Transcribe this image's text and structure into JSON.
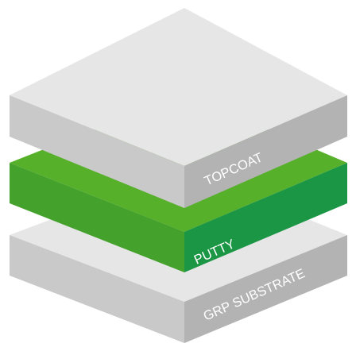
{
  "layers": [
    {
      "name": "substrate",
      "label": "GRP SUBSTRATE",
      "colors": {
        "top": "#e6e6e6",
        "left": "#c9c9c9",
        "right": "#b3b3b3"
      }
    },
    {
      "name": "putty",
      "label": "PUTTY",
      "colors": {
        "top": "#56b02a",
        "left": "#44a22c",
        "right": "#1b9645"
      }
    },
    {
      "name": "topcoat",
      "label": "TOPCOAT",
      "colors": {
        "top": "#e6e6e6",
        "left": "#c9c9c9",
        "right": "#b3b3b3"
      }
    }
  ]
}
